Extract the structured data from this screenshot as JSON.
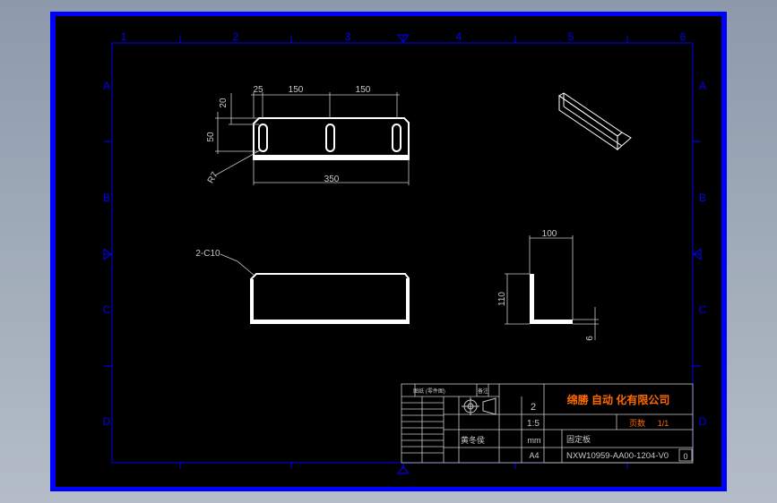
{
  "colors": {
    "border": "#0000ff",
    "sheet": "#000000",
    "frame_line": "#0000ff",
    "part": "#ffffff",
    "dim": "#c8c8c8",
    "company": "#ff6a00",
    "table": "#c8c8c8"
  },
  "border_columns": [
    "1",
    "2",
    "3",
    "4",
    "5",
    "6"
  ],
  "border_rows": [
    "A",
    "B",
    "C",
    "D"
  ],
  "dimensions": {
    "top_view": {
      "d25": "25",
      "d150a": "150",
      "d150b": "150",
      "d20": "20",
      "d50": "50",
      "r7": "R7",
      "d350": "350"
    },
    "front_view": {
      "chamfer": "2-C10"
    },
    "side_view": {
      "d100": "100",
      "d110": "110",
      "d6": "6"
    }
  },
  "title_block": {
    "company": "绵勝 自动 化有限公司",
    "sheets_label": "页数",
    "sheets_value": "1/1",
    "quantity": "2",
    "scale": "1:5",
    "units": "mm",
    "paper": "A4",
    "part_name": "固定板",
    "material": "黄冬侯",
    "drawing_number": "NXW10959-AA00-1204-V0",
    "revision": "0",
    "small_header_1": "图纸 (零件图)",
    "small_header_2": "备注"
  }
}
